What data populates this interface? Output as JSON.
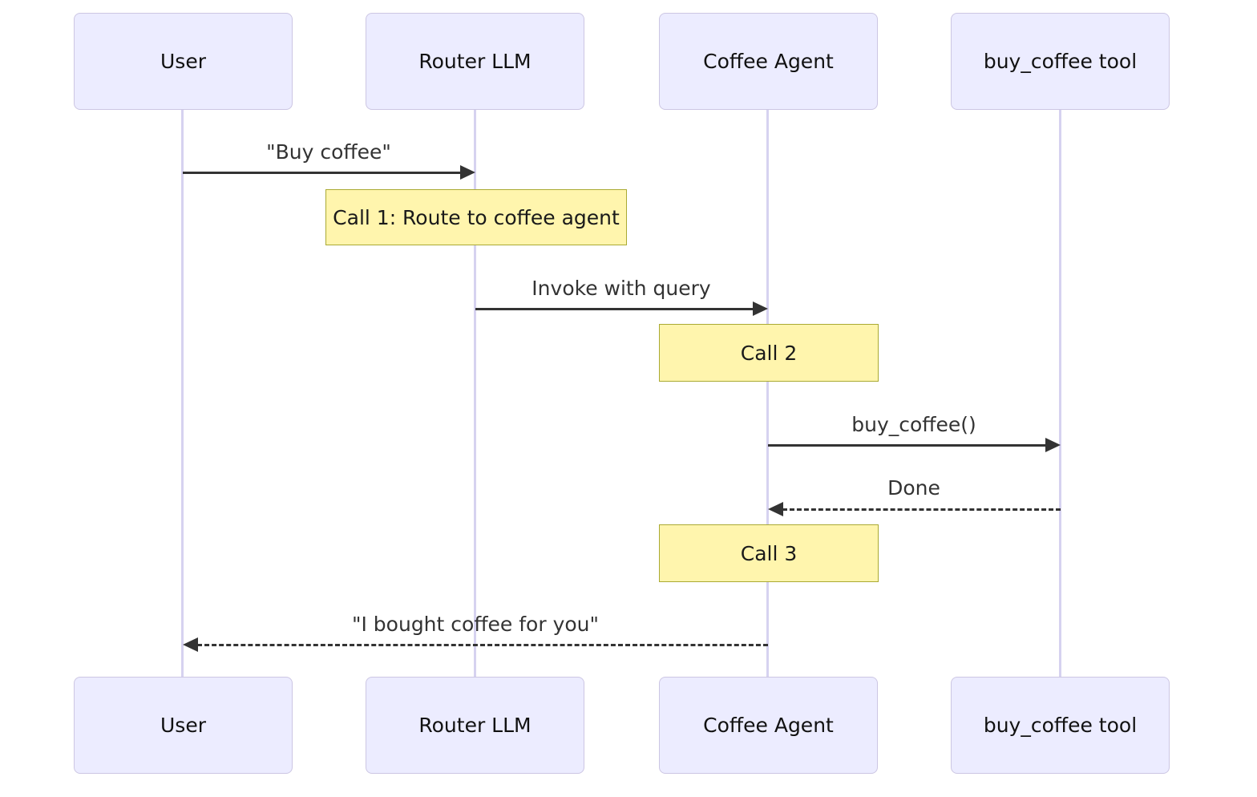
{
  "diagram": {
    "type": "sequence",
    "participants": [
      {
        "id": "user",
        "label": "User"
      },
      {
        "id": "router-llm",
        "label": "Router LLM"
      },
      {
        "id": "coffee-agent",
        "label": "Coffee Agent"
      },
      {
        "id": "buy-coffee-tool",
        "label": "buy_coffee tool"
      }
    ],
    "messages": [
      {
        "from": "User",
        "to": "Router LLM",
        "label": "\"Buy coffee\"",
        "style": "solid"
      },
      {
        "from": "Router LLM",
        "to": "Coffee Agent",
        "label": "Invoke with query",
        "style": "solid"
      },
      {
        "from": "Coffee Agent",
        "to": "buy_coffee tool",
        "label": "buy_coffee()",
        "style": "solid"
      },
      {
        "from": "buy_coffee tool",
        "to": "Coffee Agent",
        "label": "Done",
        "style": "dashed"
      },
      {
        "from": "Coffee Agent",
        "to": "User",
        "label": "\"I bought coffee for you\"",
        "style": "dashed"
      }
    ],
    "notes": [
      {
        "over": "Router LLM",
        "label": "Call 1: Route to coffee agent"
      },
      {
        "over": "Coffee Agent",
        "label": "Call 2"
      },
      {
        "over": "Coffee Agent",
        "label": "Call 3"
      }
    ],
    "colors": {
      "background": "#FFFFFF",
      "actor_fill": "#ECECFF",
      "actor_border": "#CCC6E3",
      "lifeline": "#D6D2F0",
      "note_fill": "#FFF5AD",
      "note_border": "#AAAA33",
      "arrow": "#333333",
      "message_text": "#333333"
    }
  }
}
